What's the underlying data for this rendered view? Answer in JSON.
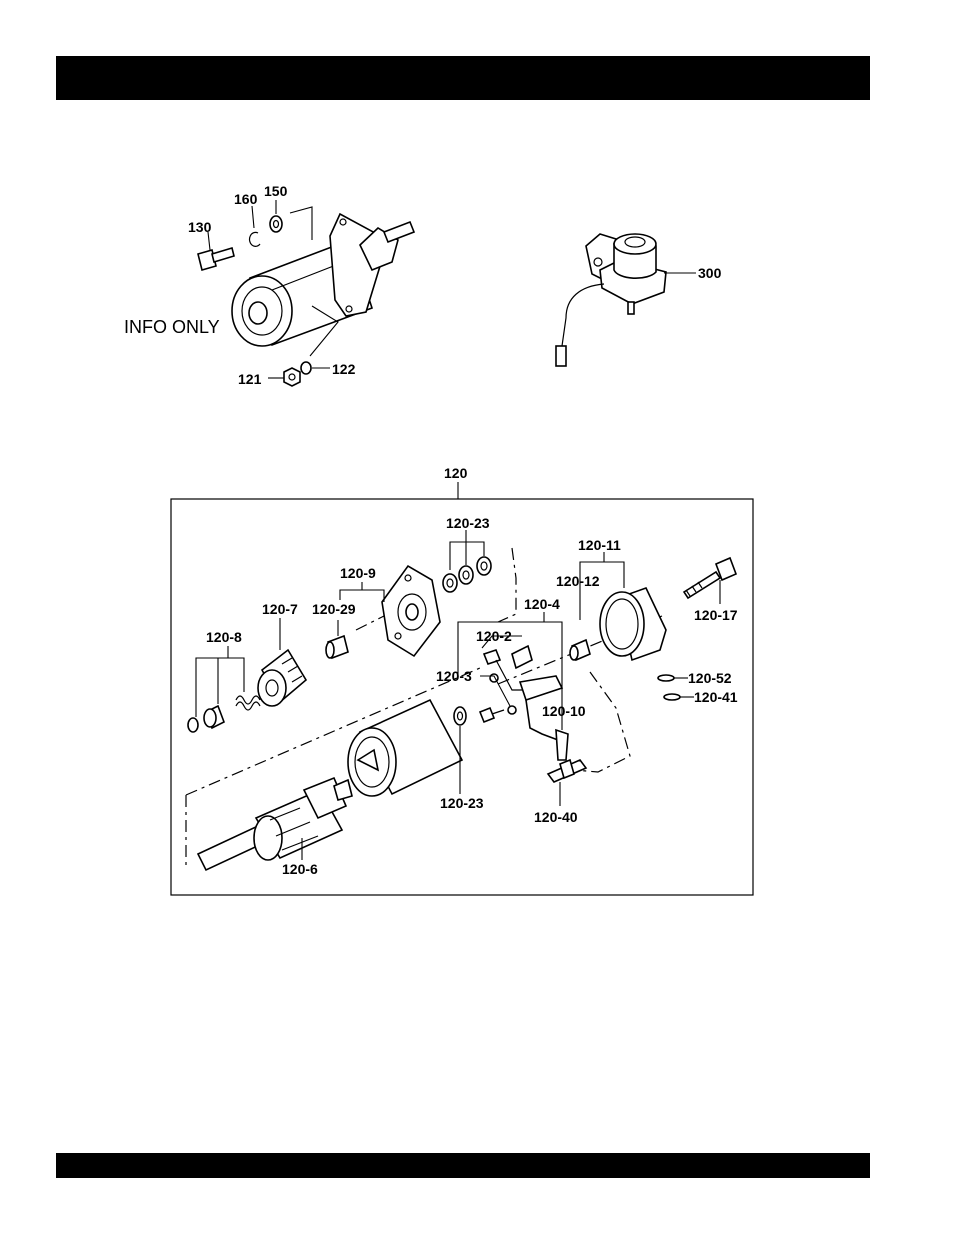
{
  "labels": {
    "p130": "130",
    "p160": "160",
    "p150": "150",
    "p121": "121",
    "p122": "122",
    "info_only": "INFO ONLY",
    "p300": "300",
    "p120": "120",
    "p120_23_top": "120-23",
    "p120_9": "120-9",
    "p120_29": "120-29",
    "p120_7": "120-7",
    "p120_8": "120-8",
    "p120_4": "120-4",
    "p120_2": "120-2",
    "p120_3": "120-3",
    "p120_10": "120-10",
    "p120_11": "120-11",
    "p120_12": "120-12",
    "p120_17": "120-17",
    "p120_52": "120-52",
    "p120_41": "120-41",
    "p120_23_bottom": "120-23",
    "p120_40": "120-40",
    "p120_6": "120-6"
  }
}
